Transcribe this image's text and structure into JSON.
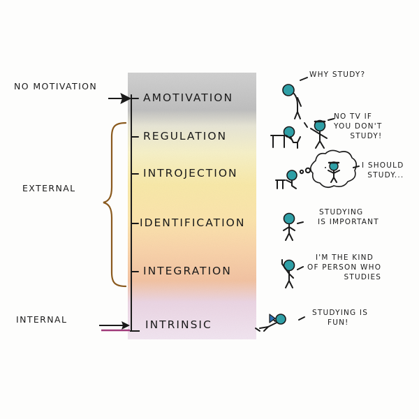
{
  "side_labels": {
    "no_motivation": "NO MOTIVATION",
    "external": "EXTERNAL",
    "internal": "INTERNAL"
  },
  "levels": [
    {
      "label": "AMOTIVATION",
      "color": "#b8b8b8"
    },
    {
      "label": "REGULATION",
      "color": "#f4ecc0"
    },
    {
      "label": "INTROJECTION",
      "color": "#f8e6a6"
    },
    {
      "label": "IDENTIFICATION",
      "color": "#fbe2ad"
    },
    {
      "label": "INTEGRATION",
      "color": "#f6c6a0"
    },
    {
      "label": "INTRINSIC",
      "color": "#ecd6ec"
    }
  ],
  "speech": {
    "amotivation": [
      "WHY STUDY?"
    ],
    "regulation": [
      "NO TV IF",
      "YOU DON'T",
      "STUDY!"
    ],
    "introjection": [
      "I SHOULD",
      "STUDY..."
    ],
    "identification": [
      "STUDYING",
      "IS IMPORTANT"
    ],
    "integration": [
      "I'M THE KIND",
      "OF PERSON WHO",
      "STUDIES"
    ],
    "intrinsic": [
      "STUDYING IS",
      "FUN!"
    ]
  },
  "colors": {
    "bracket": "#8a5a1e",
    "figure_head": "#2f9fa6",
    "ink": "#1a1a1a",
    "internal_arrow": "#a03a7a"
  }
}
